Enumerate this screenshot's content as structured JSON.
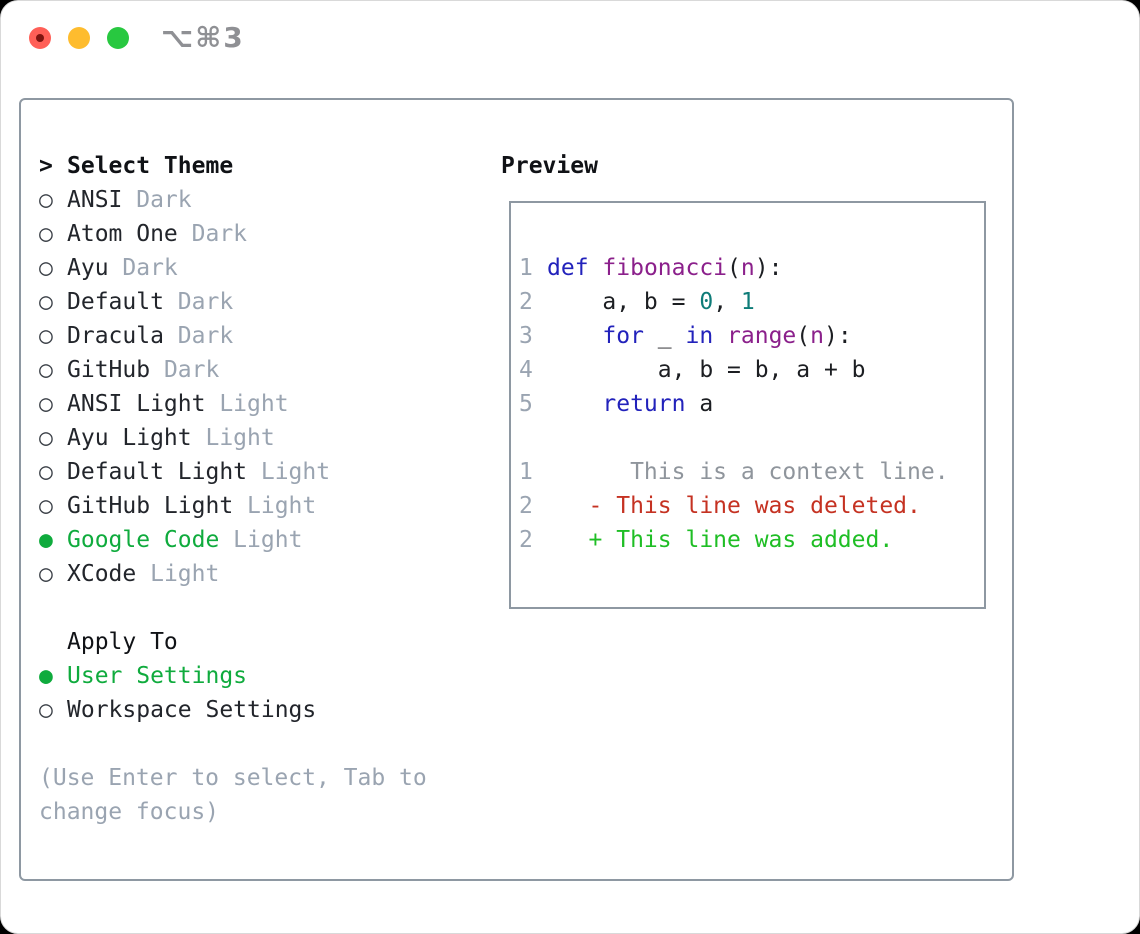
{
  "window": {
    "title": "⌥⌘3"
  },
  "picker": {
    "prompt": ">",
    "title": "Select Theme",
    "bullets": {
      "unselected": "○",
      "selected": "●"
    },
    "themes": [
      {
        "name": "ANSI",
        "variant": "Dark",
        "selected": false
      },
      {
        "name": "Atom One",
        "variant": "Dark",
        "selected": false
      },
      {
        "name": "Ayu",
        "variant": "Dark",
        "selected": false
      },
      {
        "name": "Default",
        "variant": "Dark",
        "selected": false
      },
      {
        "name": "Dracula",
        "variant": "Dark",
        "selected": false
      },
      {
        "name": "GitHub",
        "variant": "Dark",
        "selected": false
      },
      {
        "name": "ANSI Light",
        "variant": "Light",
        "selected": false
      },
      {
        "name": "Ayu Light",
        "variant": "Light",
        "selected": false
      },
      {
        "name": "Default Light",
        "variant": "Light",
        "selected": false
      },
      {
        "name": "GitHub Light",
        "variant": "Light",
        "selected": false
      },
      {
        "name": "Google Code",
        "variant": "Light",
        "selected": true
      },
      {
        "name": "XCode",
        "variant": "Light",
        "selected": false
      }
    ],
    "apply_to": {
      "label": "Apply To",
      "options": [
        {
          "label": "User Settings",
          "selected": true
        },
        {
          "label": "Workspace Settings",
          "selected": false
        }
      ]
    },
    "help_lines": [
      "(Use Enter to select, Tab to",
      "change focus)"
    ]
  },
  "preview": {
    "title": "Preview",
    "lines": [
      {
        "num": "1",
        "tokens": [
          {
            "t": "def",
            "c": "kw"
          },
          {
            "t": " ",
            "c": "pl"
          },
          {
            "t": "fibonacci",
            "c": "fn"
          },
          {
            "t": "(",
            "c": "pl"
          },
          {
            "t": "n",
            "c": "fn"
          },
          {
            "t": "):",
            "c": "pl"
          }
        ]
      },
      {
        "num": "2",
        "tokens": [
          {
            "t": "    a, b = ",
            "c": "pl"
          },
          {
            "t": "0",
            "c": "num"
          },
          {
            "t": ", ",
            "c": "pl"
          },
          {
            "t": "1",
            "c": "num"
          }
        ]
      },
      {
        "num": "3",
        "tokens": [
          {
            "t": "    ",
            "c": "pl"
          },
          {
            "t": "for",
            "c": "kw"
          },
          {
            "t": " _ ",
            "c": "pl"
          },
          {
            "t": "in",
            "c": "kw"
          },
          {
            "t": " ",
            "c": "pl"
          },
          {
            "t": "range",
            "c": "fn"
          },
          {
            "t": "(",
            "c": "pl"
          },
          {
            "t": "n",
            "c": "fn"
          },
          {
            "t": "):",
            "c": "pl"
          }
        ]
      },
      {
        "num": "4",
        "tokens": [
          {
            "t": "        a, b = b, a + b",
            "c": "pl"
          }
        ]
      },
      {
        "num": "5",
        "tokens": [
          {
            "t": "    ",
            "c": "pl"
          },
          {
            "t": "return",
            "c": "kw"
          },
          {
            "t": " a",
            "c": "pl"
          }
        ]
      },
      {
        "num": "",
        "tokens": []
      },
      {
        "num": "1",
        "tokens": [
          {
            "t": "      This is a context line.",
            "c": "ctx"
          }
        ]
      },
      {
        "num": "2",
        "tokens": [
          {
            "t": "   - This line was deleted.",
            "c": "del"
          }
        ]
      },
      {
        "num": "2",
        "tokens": [
          {
            "t": "   + This line was added.",
            "c": "add"
          }
        ]
      }
    ]
  },
  "colors": {
    "selection_green": "#0fab3d",
    "keyword_blue": "#2222bb",
    "function_magenta": "#8b208b",
    "number_teal": "#0e7c78",
    "diff_deleted_red": "#c53222",
    "diff_added_green": "#1fbe25",
    "muted_gray": "#9aa4b1",
    "border_gray": "#8e98a2",
    "traffic_red": "#ff5f57",
    "traffic_yellow": "#febc2e",
    "traffic_green": "#28c840"
  }
}
